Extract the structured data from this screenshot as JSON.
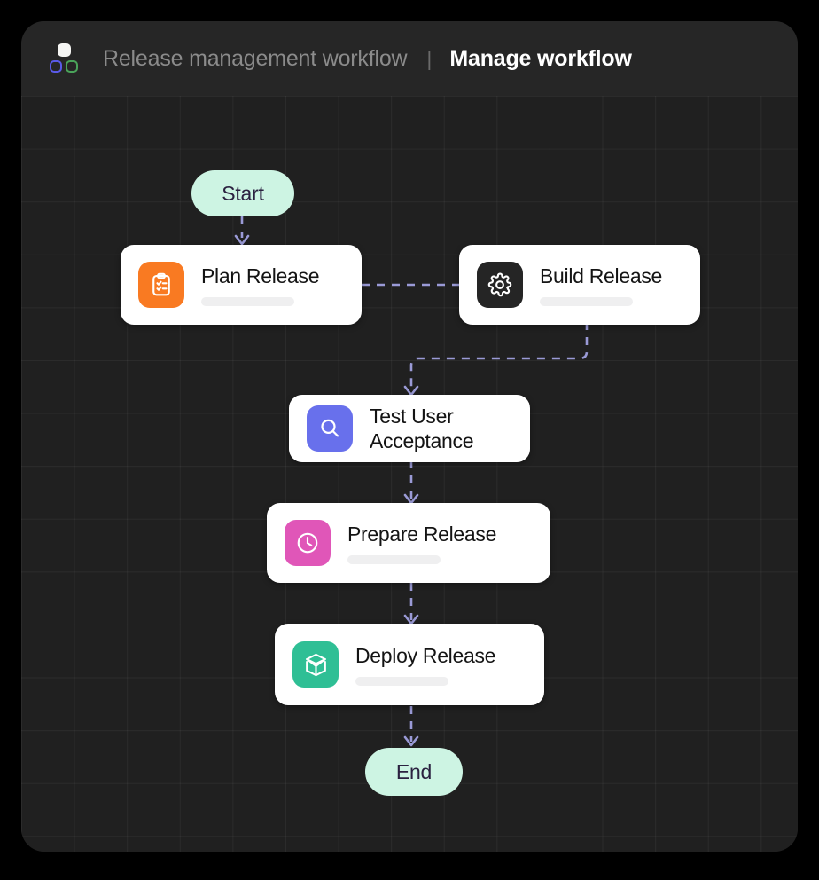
{
  "app": {
    "frame_background": "#000000",
    "panel_background": "#232323",
    "canvas_background": "#202020"
  },
  "header": {
    "logo_name": "workflow-blocks-logo",
    "logo_colors": {
      "top_square": "#f5f5f3",
      "bottom_left_square": "#5a5ae8",
      "bottom_right_square": "#4aa35a"
    },
    "breadcrumb_title": "Release management workflow",
    "separator": "|",
    "active_title": "Manage workflow"
  },
  "canvas": {
    "grid_visible": true,
    "grid_size": 60,
    "edge_color": "#9a9ad6",
    "edge_style": "dashed"
  },
  "nodes": [
    {
      "id": "start",
      "type": "terminal",
      "label": "Start",
      "background": "#cdf4e3",
      "text_color": "#2b2140"
    },
    {
      "id": "plan-release",
      "type": "task",
      "label": "Plan Release",
      "icon": "clipboard-check-icon",
      "tile_color": "#f97a22",
      "has_sub_bar": true
    },
    {
      "id": "build-release",
      "type": "task",
      "label": "Build Release",
      "icon": "gear-icon",
      "tile_color": "#252525",
      "has_sub_bar": true
    },
    {
      "id": "test-user-acceptance",
      "type": "task",
      "label": "Test User\nAcceptance",
      "icon": "search-icon",
      "tile_color": "#6870ec",
      "has_sub_bar": false
    },
    {
      "id": "prepare-release",
      "type": "task",
      "label": "Prepare Release",
      "icon": "clock-icon",
      "tile_color": "#e056b8",
      "has_sub_bar": true
    },
    {
      "id": "deploy-release",
      "type": "task",
      "label": "Deploy Release",
      "icon": "package-box-icon",
      "tile_color": "#2fbf95",
      "has_sub_bar": true
    },
    {
      "id": "end",
      "type": "terminal",
      "label": "End",
      "background": "#cdf4e3",
      "text_color": "#2b2140"
    }
  ],
  "edges": [
    {
      "from": "start",
      "to": "plan-release"
    },
    {
      "from": "plan-release",
      "to": "build-release"
    },
    {
      "from": "build-release",
      "to": "test-user-acceptance"
    },
    {
      "from": "test-user-acceptance",
      "to": "prepare-release"
    },
    {
      "from": "prepare-release",
      "to": "deploy-release"
    },
    {
      "from": "deploy-release",
      "to": "end"
    }
  ]
}
